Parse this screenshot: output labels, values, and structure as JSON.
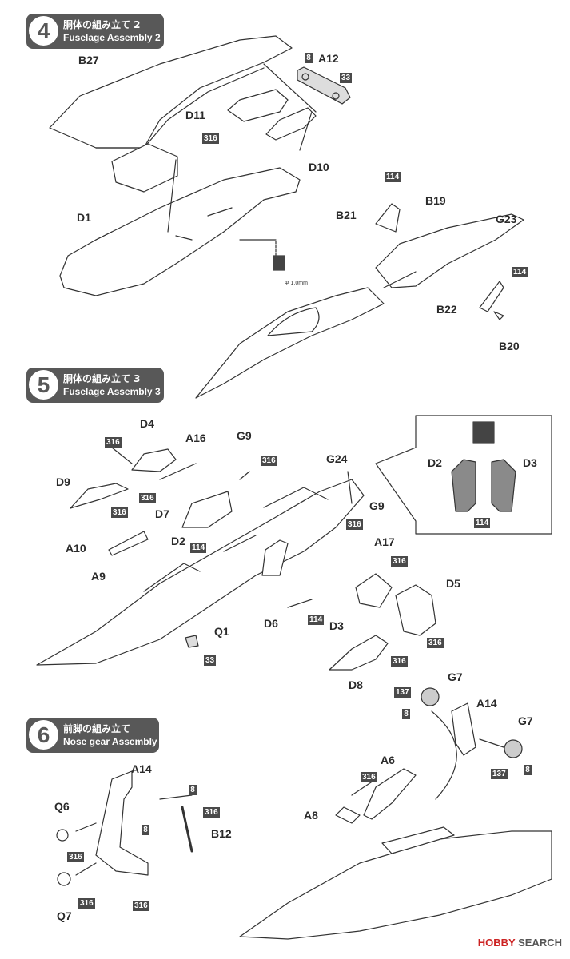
{
  "steps": [
    {
      "number": "4",
      "title_jp": "胴体の組み立て 2",
      "title_en": "Fuselage Assembly 2"
    },
    {
      "number": "5",
      "title_jp": "胴体の組み立て 3",
      "title_en": "Fuselage Assembly 3"
    },
    {
      "number": "6",
      "title_jp": "前脚の組み立て",
      "title_en": "Nose gear Assembly"
    }
  ],
  "labels": {
    "b27": "B27",
    "a12": "A12",
    "d11": "D11",
    "d10": "D10",
    "d1": "D1",
    "b21": "B21",
    "b19": "B19",
    "g23": "G23",
    "b22": "B22",
    "b20": "B20",
    "d4": "D4",
    "a16": "A16",
    "g9a": "G9",
    "g24": "G24",
    "d2inset": "D2",
    "d3inset": "D3",
    "d9": "D9",
    "d7": "D7",
    "g9b": "G9",
    "a10": "A10",
    "d2": "D2",
    "a17": "A17",
    "a9": "A9",
    "d5": "D5",
    "d6": "D6",
    "d3": "D3",
    "q1": "Q1",
    "d8": "D8",
    "g7a": "G7",
    "a14a": "A14",
    "g7b": "G7",
    "a6": "A6",
    "a8": "A8",
    "a14b": "A14",
    "q6": "Q6",
    "b12": "B12",
    "q7": "Q7"
  },
  "color_codes": {
    "c8a": "8",
    "c33a": "33",
    "c316a": "316",
    "c114a": "114",
    "c114b": "114",
    "c316b": "316",
    "c316c": "316",
    "c316d": "316",
    "c316e": "316",
    "c114c": "114",
    "c316f": "316",
    "c114d": "114",
    "c316g": "316",
    "c33b": "33",
    "c316h": "316",
    "c316i": "316",
    "c114e": "114",
    "c137a": "137",
    "c8b": "8",
    "c137b": "137",
    "c8c": "8",
    "c316j": "316",
    "c8d": "8",
    "c316k": "316",
    "c8e": "8",
    "c316l": "316",
    "c316m": "316",
    "c316n": "316"
  },
  "drill_note": "Φ 1.0mm",
  "watermark": {
    "brand": "HOBBY",
    "suffix": "SEARCH"
  },
  "colors": {
    "header_bg": "#585858",
    "code_box": "#4a4a4a",
    "inset_fill": "#8a8a8a"
  }
}
